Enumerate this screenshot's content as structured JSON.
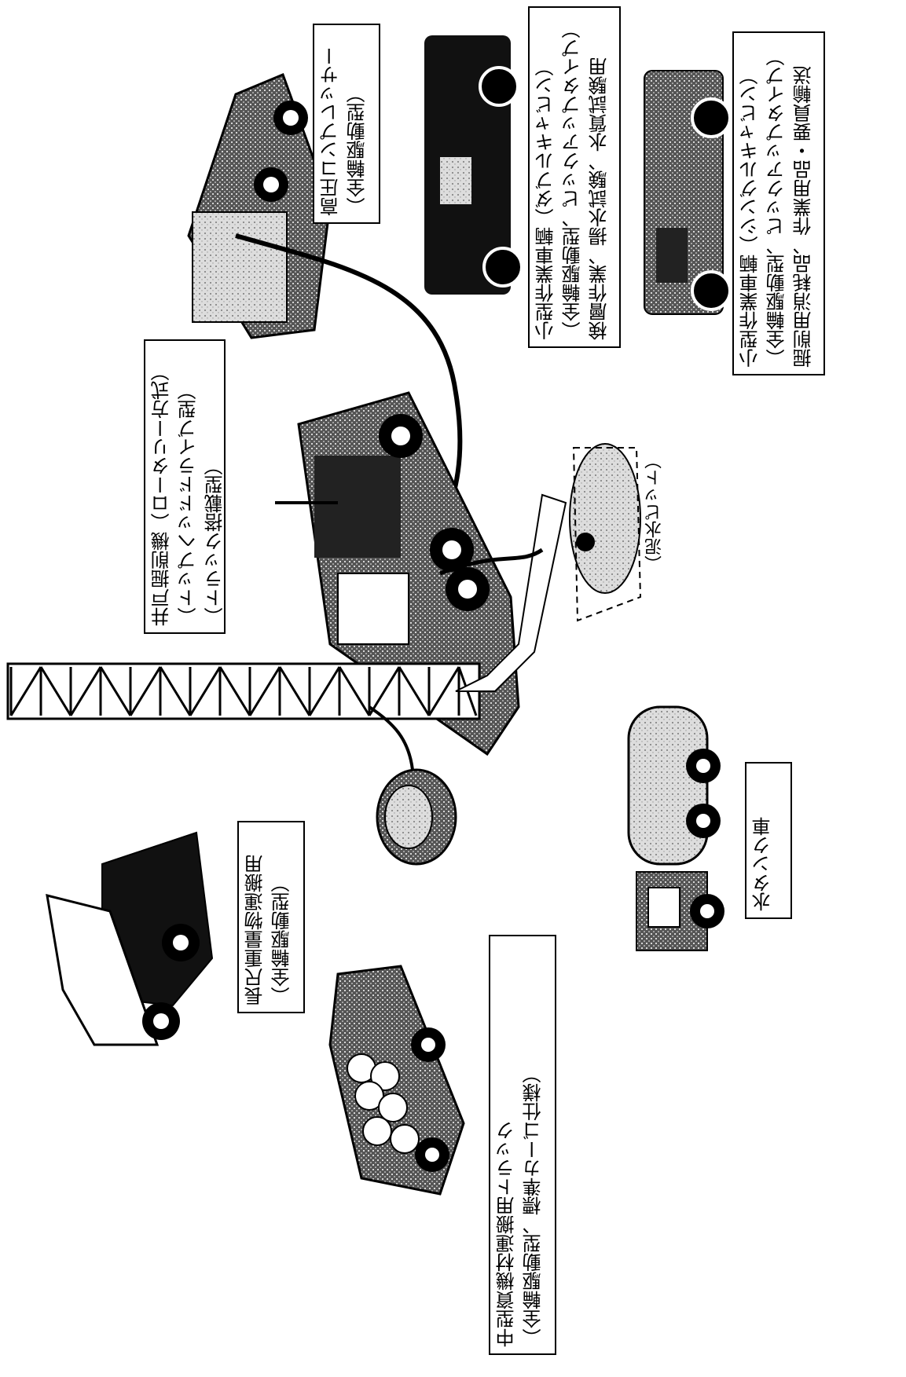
{
  "labels": {
    "compressor": [
      "高圧コンプレッサー",
      "（全輪駆動型）"
    ],
    "double_cab": [
      "小型作業車輌（ダブルキャビン）",
      "（全輪駆動型、ピックアップタイプ）",
      "検層作業、揚水試験、水質試験用"
    ],
    "single_cab": [
      "小型作業車輌（シングルキャビン）",
      "（全輪駆動型、ピックアップタイプ）",
      "掘削用消耗品、作業用品・要員輸送"
    ],
    "drill_rig": [
      "井戸掘削機（ロータリー方式）",
      "（トップヘッドドライブ型）",
      "（トラック搭載型）"
    ],
    "mud_pit": "（泥水ピット）",
    "water_tanker": "水タンク車",
    "long_truck": [
      "長尺重量物運搬用",
      "（全輪駆動型）"
    ],
    "cargo_truck": [
      "中型資機材運搬用トラック",
      "（全輪駆動型、標準カーゴ仕様）"
    ]
  }
}
